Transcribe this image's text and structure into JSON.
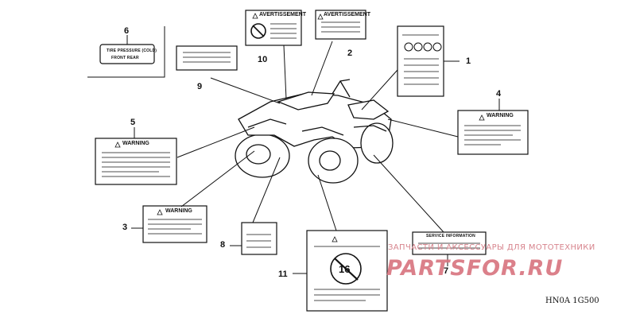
{
  "callouts": {
    "n1": "1",
    "n2": "2",
    "n3": "3",
    "n4": "4",
    "n5": "5",
    "n6": "6",
    "n7": "7",
    "n8": "8",
    "n9": "9",
    "n10": "10",
    "n11": "11"
  },
  "labels": {
    "avert_10": "AVERTISSEMENT",
    "avert_2": "AVERTISSEMENT",
    "warning_4": "WARNING",
    "warning_5": "WARNING",
    "warning_3": "WARNING",
    "tire_6_line1": "TIRE PRESSURE (COLD)",
    "tire_6_line2": "FRONT   REAR",
    "service_7": "SERVICE INFORMATION",
    "age_11": "16"
  },
  "watermark": {
    "line1": "ЗАПЧАСТИ И АКСЕССУАРЫ ДЛЯ МОТОТЕХНИКИ",
    "line2": "PARTSFOR.RU"
  },
  "diagram_code": "HN0A 1G500",
  "colors": {
    "ink": "#111111",
    "watermark": "#d8737e"
  }
}
